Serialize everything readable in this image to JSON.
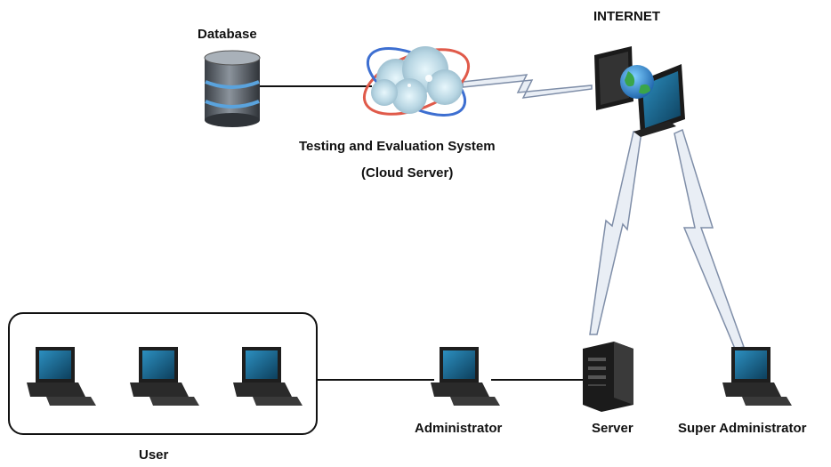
{
  "nodes": {
    "database": {
      "label": "Database"
    },
    "cloud": {
      "label_line1": "Testing and Evaluation System",
      "label_line2": "(Cloud Server)"
    },
    "internet": {
      "label": "INTERNET"
    },
    "user_group": {
      "label": "User"
    },
    "administrator": {
      "label": "Administrator"
    },
    "server": {
      "label": "Server"
    },
    "super_admin": {
      "label": "Super Administrator"
    }
  },
  "colors": {
    "line": "#111111",
    "link_fill": "#e9eef5",
    "link_stroke": "#7f8ea8",
    "screen": "#1c6f96",
    "device_dark": "#1e1e1e"
  },
  "icons": [
    "database-icon",
    "cloud-server-icon",
    "internet-monitor-icon",
    "user-computer-icon",
    "administrator-computer-icon",
    "server-tower-icon",
    "super-administrator-computer-icon"
  ]
}
